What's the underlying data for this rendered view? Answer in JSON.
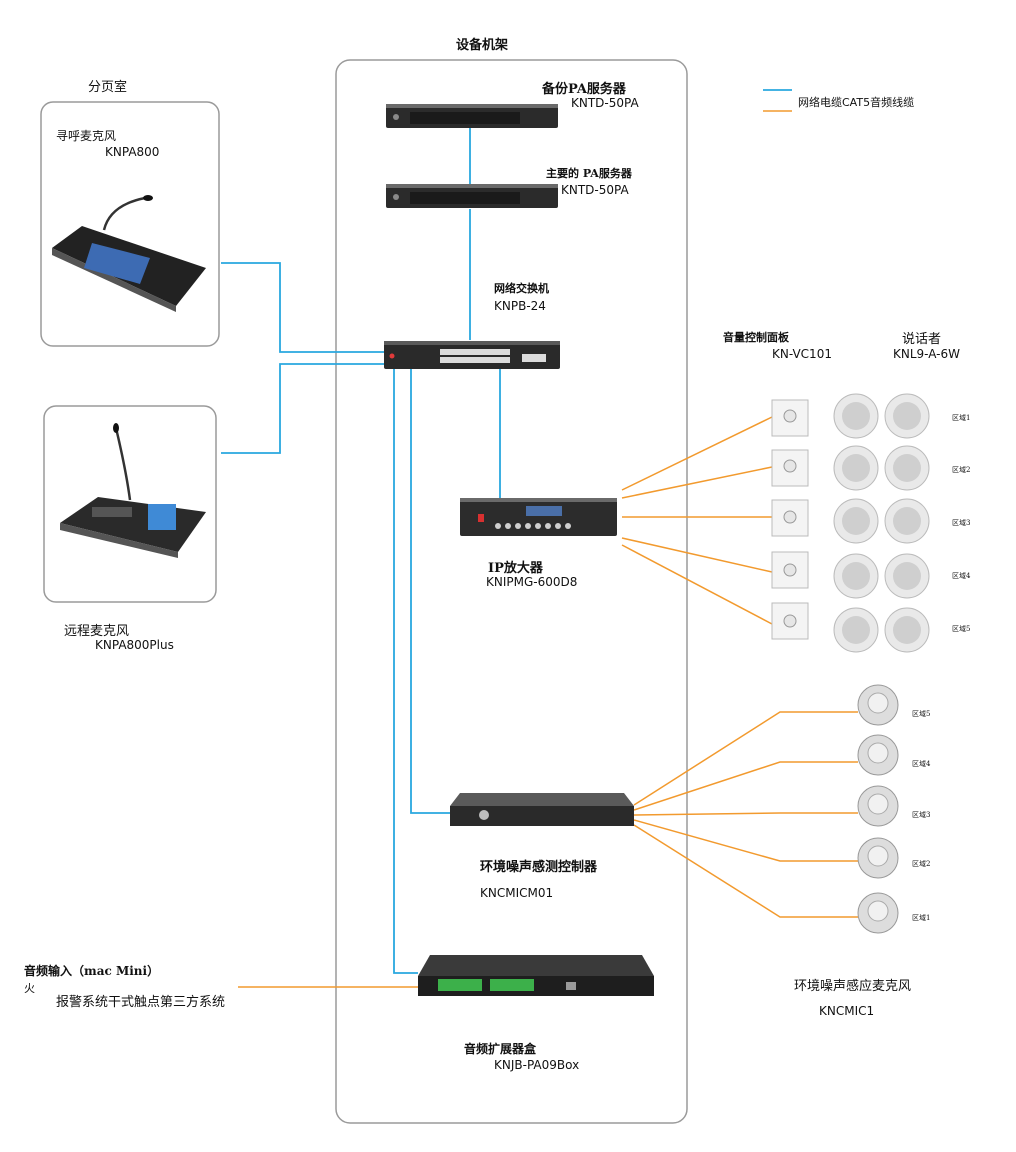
{
  "rack": {
    "title": "设备机架"
  },
  "paging_room": {
    "title": "分页室"
  },
  "legend": {
    "network_label": "网络电缆CAT5音频线缆",
    "network_color": "#29a8df",
    "audio_color": "#f29a2e"
  },
  "devices": {
    "backup_server": {
      "name": "备份PA服务器",
      "model": "KNTD-50PA"
    },
    "main_server": {
      "name": "主要的 PA服务器",
      "model": "KNTD-50PA"
    },
    "switch": {
      "name": "网络交换机",
      "model": "KNPB-24"
    },
    "paging_mic": {
      "name": "寻呼麦克风",
      "model": "KNPA800"
    },
    "remote_mic": {
      "name": "远程麦克风",
      "model": "KNPA800Plus"
    },
    "amplifier": {
      "name": "IP放大器",
      "model": "KNIPMG-600D8"
    },
    "noise_controller": {
      "name": "环境噪声感测控制器",
      "model": "KNCMICM01"
    },
    "audio_box": {
      "name": "音频扩展器盒",
      "model": "KNJB-PA09Box"
    },
    "volume_panel": {
      "name": "音量控制面板",
      "model": "KN-VC101"
    },
    "speaker": {
      "name": "说话者",
      "model": "KNL9-A-6W"
    },
    "noise_mic": {
      "name": "环境噪声感应麦克风",
      "model": "KNCMIC1"
    }
  },
  "audio_input": {
    "line1": "音频输入（mac Mini）",
    "line2": "火",
    "line3": "报警系统干式触点第三方系统"
  },
  "speaker_zones": [
    "区域1",
    "区域2",
    "区域3",
    "区域4",
    "区域5"
  ],
  "mic_zones": [
    "区域5",
    "区域4",
    "区域3",
    "区域2",
    "区域1"
  ]
}
